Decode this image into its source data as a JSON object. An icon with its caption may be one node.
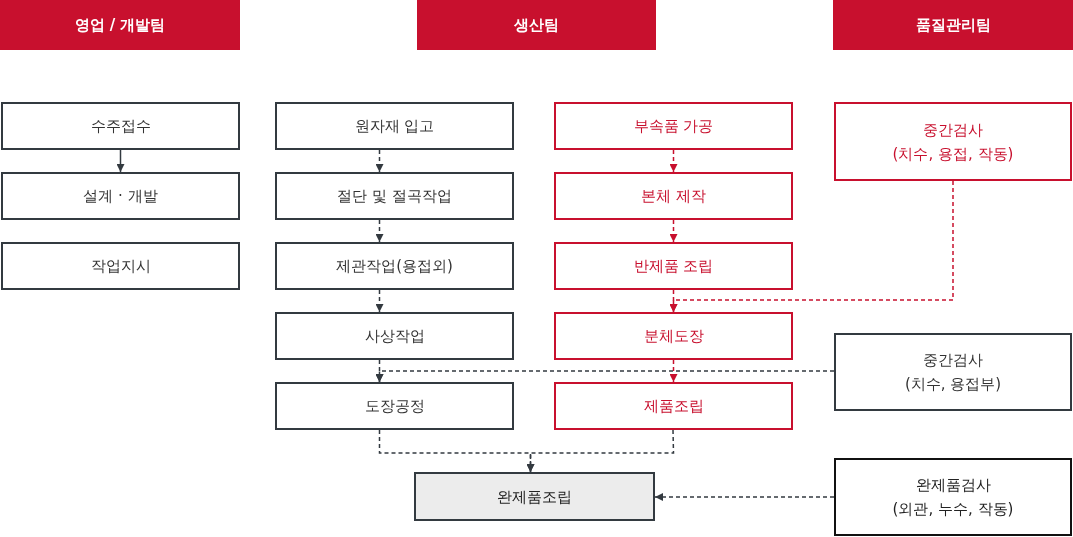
{
  "diagram": {
    "nodes": [
      {
        "text": [
          "영업 / 개발팀"
        ]
      },
      {
        "text": [
          "생산팀"
        ]
      },
      {
        "text": [
          "품질관리팀"
        ]
      },
      {
        "text": [
          "수주접수"
        ]
      },
      {
        "text": [
          "설계 · 개발"
        ]
      },
      {
        "text": [
          "작업지시"
        ]
      },
      {
        "text": [
          "원자재 입고"
        ]
      },
      {
        "text": [
          "절단 및 절곡작업"
        ]
      },
      {
        "text": [
          "제관작업(용접외)"
        ]
      },
      {
        "text": [
          "사상작업"
        ]
      },
      {
        "text": [
          "도장공정"
        ]
      },
      {
        "text": [
          "부속품 가공"
        ]
      },
      {
        "text": [
          "본체 제작"
        ]
      },
      {
        "text": [
          "반제품 조립"
        ]
      },
      {
        "text": [
          "분체도장"
        ]
      },
      {
        "text": [
          "제품조립"
        ]
      },
      {
        "text": [
          "중간검사 (치수, 용접, 작동)"
        ]
      },
      {
        "text": [
          "중간검사 (치수, 용접부)"
        ]
      },
      {
        "text": [
          "완제품조립"
        ]
      },
      {
        "text": [
          "완제품검사 (외관, 누수, 작동)"
        ]
      }
    ],
    "edges": [
      {
        "from": 3,
        "to": 4,
        "arrow": "to"
      },
      {
        "from": 6,
        "to": 7,
        "arrow": "to",
        "style": "dashed"
      },
      {
        "from": 7,
        "to": 8,
        "arrow": "to",
        "style": "dashed"
      },
      {
        "from": 8,
        "to": 9,
        "arrow": "to",
        "style": "dashed"
      },
      {
        "from": 9,
        "to": 10,
        "arrow": "to",
        "style": "dashed"
      },
      {
        "from": 11,
        "to": 12,
        "arrow": "to",
        "style": "dashed",
        "color": "#c8102e"
      },
      {
        "from": 12,
        "to": 13,
        "arrow": "to",
        "style": "dashed",
        "color": "#c8102e"
      },
      {
        "from": 13,
        "to": 14,
        "arrow": "to",
        "style": "dashed",
        "color": "#c8102e"
      },
      {
        "from": 14,
        "to": 15,
        "arrow": "to",
        "style": "dashed",
        "color": "#c8102e"
      },
      {
        "from": 16,
        "to": 14,
        "arrow": "to",
        "style": "dashed",
        "color": "#c8102e"
      },
      {
        "from": 17,
        "to": 10,
        "arrow": "to",
        "style": "dashed"
      },
      {
        "from": 10,
        "to": 18,
        "arrow": "to",
        "style": "dashed"
      },
      {
        "from": 15,
        "to": 18,
        "arrow": "to",
        "style": "dashed"
      },
      {
        "from": 19,
        "to": 18,
        "arrow": "to",
        "style": "dashed"
      }
    ]
  }
}
